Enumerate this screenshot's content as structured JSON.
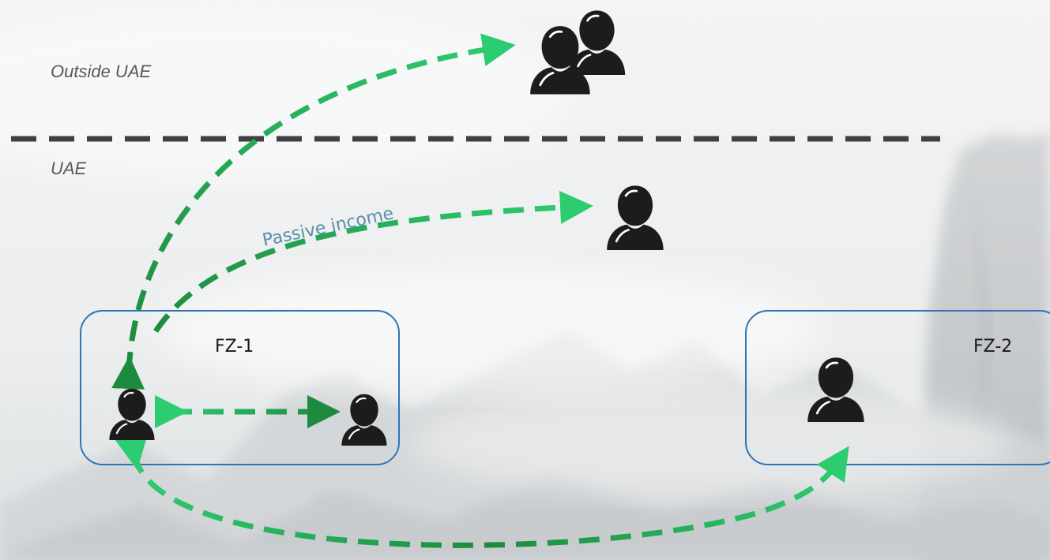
{
  "regions": {
    "outside_label": "Outside UAE",
    "inside_label": "UAE"
  },
  "zones": {
    "fz1_label": "FZ-1",
    "fz2_label": "FZ-2"
  },
  "flows": {
    "passive_income_label": "Passive income"
  },
  "colors": {
    "boundary_line": "#404040",
    "zone_border": "#2e75b6",
    "person": "#1c1c1c",
    "arrow_light": "#2ecc71",
    "arrow_dark": "#1e8a3e",
    "annotation_text": "#5b8fa8"
  },
  "icons": [
    "person-icon",
    "group-icon"
  ]
}
